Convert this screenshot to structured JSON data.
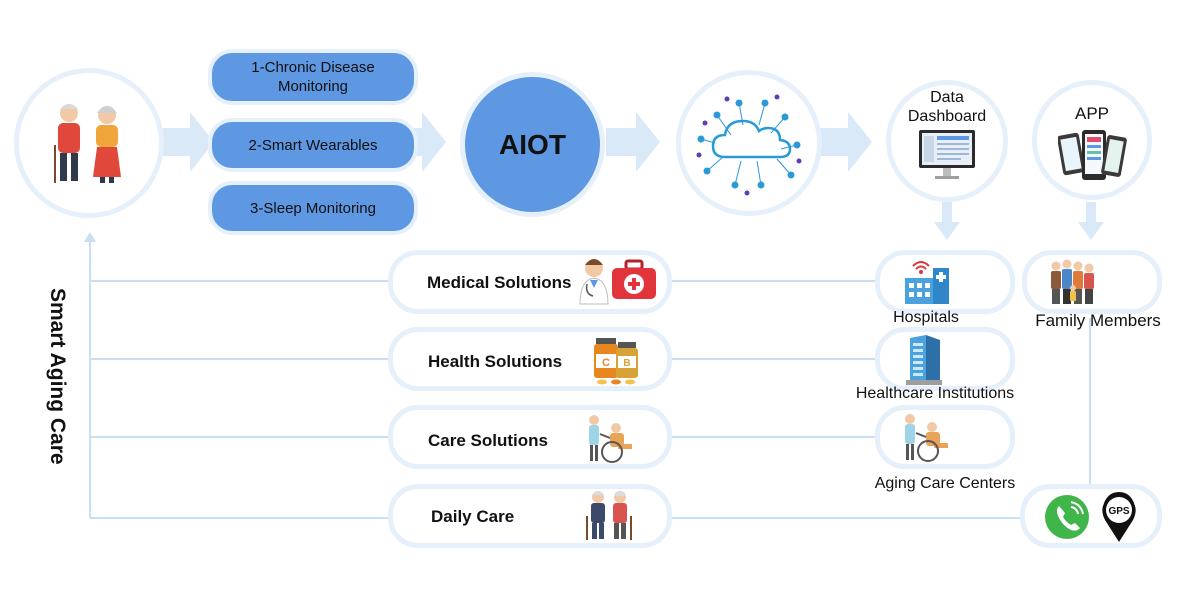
{
  "title": "Smart Aging Care",
  "aiot_label": "AIOT",
  "monitoring": [
    {
      "label": "1-Chronic Disease Monitoring"
    },
    {
      "label": "2-Smart Wearables"
    },
    {
      "label": "3-Sleep Monitoring"
    }
  ],
  "outputs": {
    "data_dashboard": "Data Dashboard",
    "app": "APP"
  },
  "solutions": [
    {
      "label": "Medical Solutions"
    },
    {
      "label": "Health Solutions"
    },
    {
      "label": "Care Solutions"
    },
    {
      "label": "Daily Care"
    }
  ],
  "recipients": {
    "hospitals": "Hospitals",
    "family_members": "Family Members",
    "healthcare_institutions": "Healthcare Institutions",
    "aging_care_centers": "Aging Care Centers"
  },
  "icons": {
    "vitamin_c": "C",
    "vitamin_b": "B",
    "gps": "GPS"
  },
  "colors": {
    "accent_blue": "#5e97e2",
    "light_blue": "#e5f0fa",
    "arrow_blue": "#d9e9f7",
    "line_blue": "#c9def3",
    "phone_green": "#3fb54a"
  }
}
